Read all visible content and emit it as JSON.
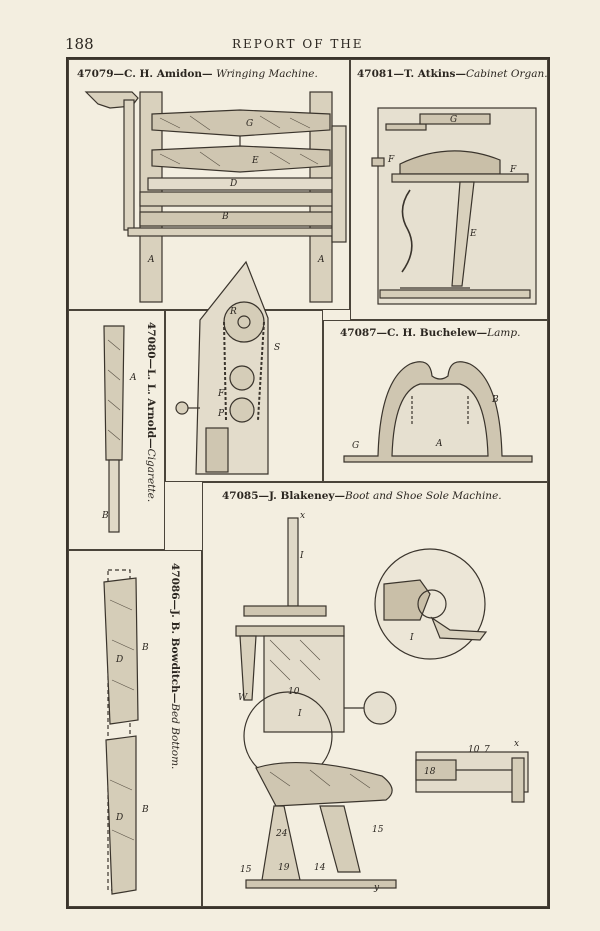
{
  "header": {
    "page_number": "188",
    "running_head": "REPORT OF THE"
  },
  "figures": [
    {
      "id": "47079",
      "inventor": "C. H. Amidon",
      "title": "Wringing Machine."
    },
    {
      "id": "47081",
      "inventor": "T. Atkins",
      "title": "Cabinet Organ."
    },
    {
      "id": "47080",
      "inventor": "L. L. Arnold",
      "title": "Cigarette."
    },
    {
      "id": "47087",
      "inventor": "C. H. Buchelew",
      "title": "Lamp."
    },
    {
      "id": "47085",
      "inventor": "J. Blakeney",
      "title": "Boot and Shoe Sole Machine."
    },
    {
      "id": "47086",
      "inventor": "J. B. Bowditch",
      "title": "Bed Bottom."
    }
  ],
  "letters": {
    "wringer": [
      "G",
      "E",
      "D",
      "B",
      "A",
      "A"
    ],
    "chain": [
      "R",
      "S",
      "F",
      "P"
    ],
    "organ": [
      "G",
      "F",
      "F",
      "E"
    ],
    "cigarette": [
      "A",
      "B"
    ],
    "lamp": [
      "B",
      "G",
      "A"
    ],
    "bed": [
      "B",
      "D",
      "D",
      "B"
    ],
    "sole": [
      "x",
      "I",
      "W",
      "I",
      "I",
      "10",
      "15",
      "24",
      "15",
      "14",
      "19",
      "y",
      "10",
      "7",
      "x",
      "18"
    ]
  }
}
